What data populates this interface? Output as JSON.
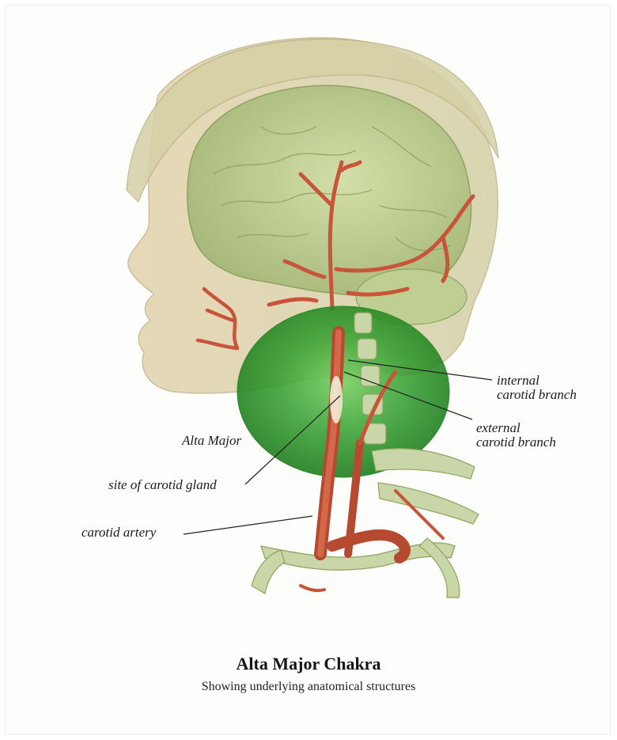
{
  "labels": {
    "internal_1": "internal",
    "internal_2": "carotid branch",
    "external_1": "external",
    "external_2": "carotid branch",
    "alta_major": "Alta Major",
    "carotid_gland": "site of carotid gland",
    "carotid_artery": "carotid artery"
  },
  "caption": {
    "title": "Alta Major Chakra",
    "subtitle": "Showing underlying anatomical structures"
  },
  "colors": {
    "skin": "#e8dcc0",
    "brain": "#b8c98c",
    "artery": "#c8553a",
    "chakra_glow": "#2f9b2a",
    "bone": "#c9d7a8"
  }
}
